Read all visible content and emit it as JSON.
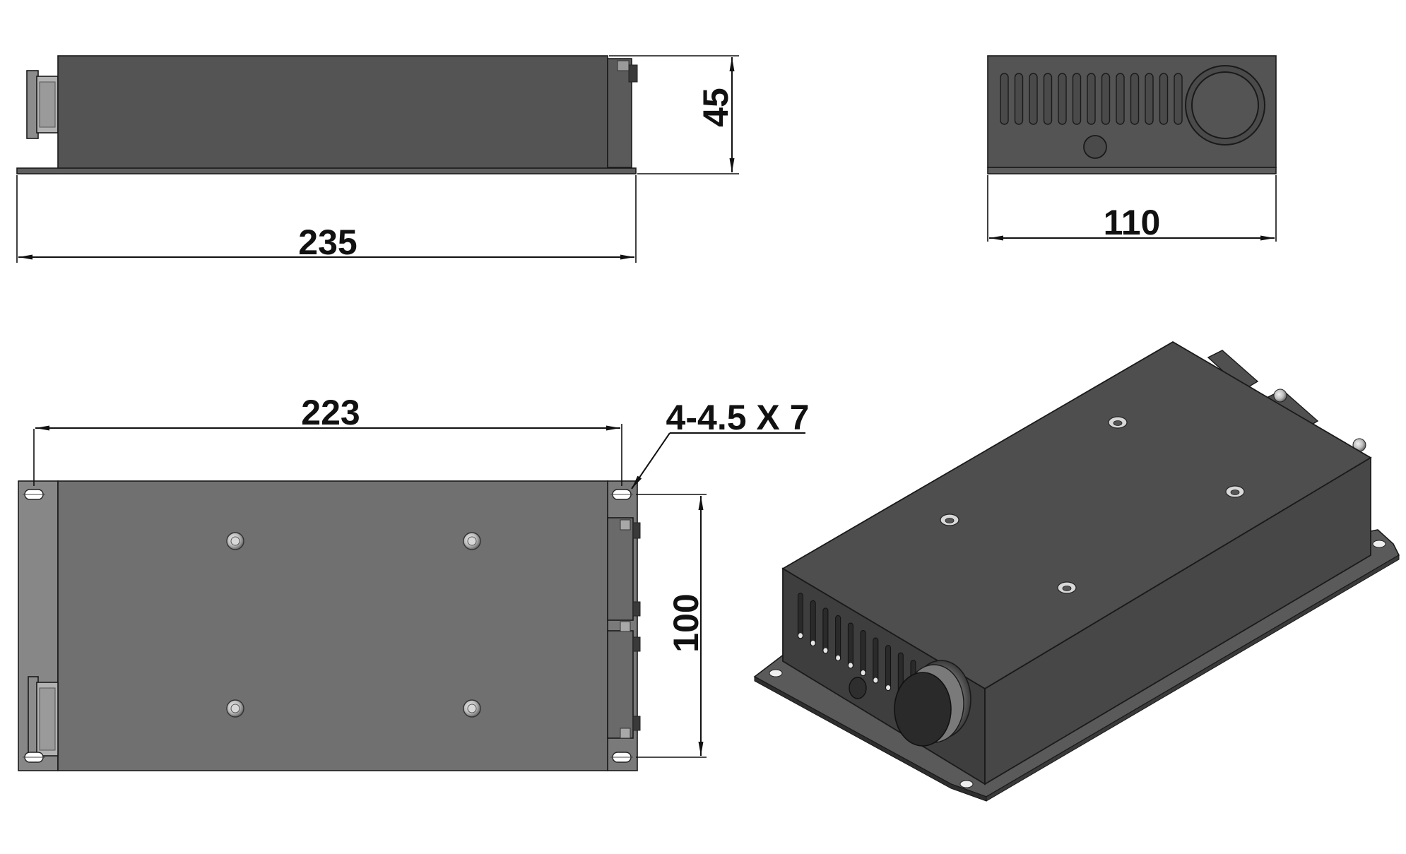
{
  "dimensions": {
    "side_length": "235",
    "side_height": "45",
    "end_width": "110",
    "top_hole_spacing_length": "223",
    "top_hole_spacing_width": "100",
    "hole_callout": "4-4.5 X 7"
  },
  "colors": {
    "body_dark": "#545454",
    "body_top": "#707070",
    "base_plate": "#5e5e5e",
    "line": "#111111",
    "iso_top": "#4e4e4e",
    "iso_front": "#3e3e3e",
    "iso_side": "#474747"
  }
}
